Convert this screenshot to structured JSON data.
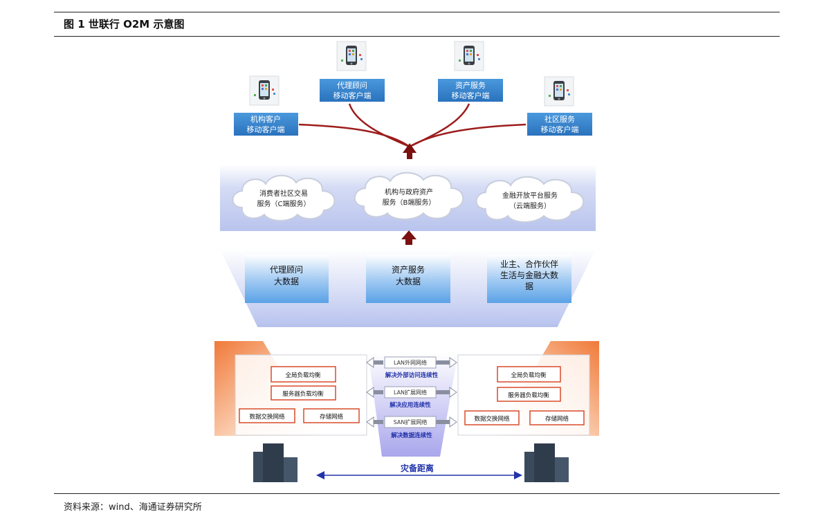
{
  "header": {
    "figure_title": "图 1 世联行 O2M 示意图"
  },
  "footer": {
    "source": "资料来源：wind、海通证券研究所"
  },
  "mobile_clients": [
    {
      "line1": "机构客户",
      "line2": "移动客户端"
    },
    {
      "line1": "代理顾问",
      "line2": "移动客户端"
    },
    {
      "line1": "资产服务",
      "line2": "移动客户端"
    },
    {
      "line1": "社区服务",
      "line2": "移动客户端"
    }
  ],
  "cloud_services": [
    {
      "line1": "消费者社区交易",
      "line2": "服务（C端服务）"
    },
    {
      "line1": "机构与政府资产",
      "line2": "服务（B端服务）"
    },
    {
      "line1": "金融开放平台服务",
      "line2": "（云端服务）"
    }
  ],
  "big_data": [
    {
      "line1": "代理顾问",
      "line2": "大数据",
      "line3": ""
    },
    {
      "line1": "资产服务",
      "line2": "大数据",
      "line3": ""
    },
    {
      "line1": "业主、合作伙伴",
      "line2": "生活与金融大数",
      "line3": "据"
    }
  ],
  "datacenter_left": {
    "items": [
      "全局负载均衡",
      "服务器负载均衡",
      "数据交换网络",
      "存储网络"
    ]
  },
  "datacenter_right": {
    "items": [
      "全局负载均衡",
      "服务器负载均衡",
      "数据交换网络",
      "存储网络"
    ]
  },
  "networks": [
    {
      "name": "LAN外网网络",
      "caption": "解决外部访问连续性"
    },
    {
      "name": "LAN扩展网络",
      "caption": "解决应用连续性"
    },
    {
      "name": "SAN扩展网络",
      "caption": "解决数据连续性"
    }
  ],
  "distance_label": "灾备距离",
  "colors": {
    "label_box": "#2e7fc8",
    "arrow_dark": "#7a1010",
    "curve": "#9c1c1c",
    "cloud_band": "#c9d2f2",
    "red_box_border": "#d84a2a",
    "orange": "#f08a4a",
    "link_blue": "#2233aa"
  }
}
